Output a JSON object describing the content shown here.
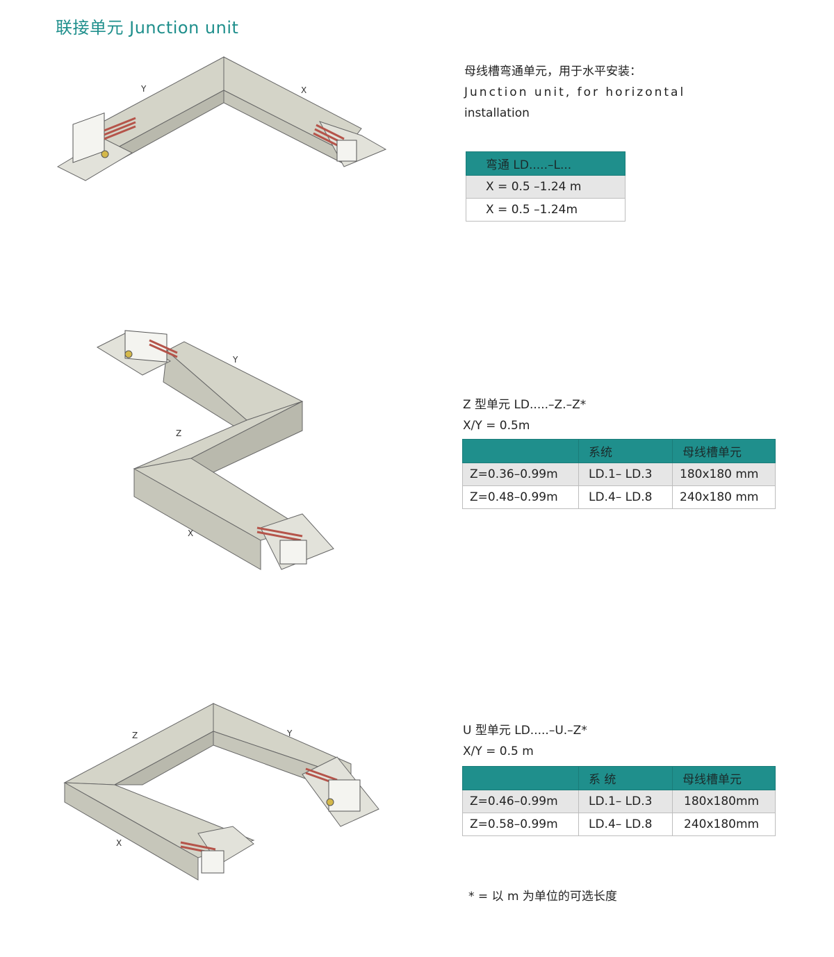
{
  "title": "联接单元  Junction unit",
  "section1": {
    "desc_cn": "母线槽弯通单元，用于水平安装：",
    "desc_en1": "Junction unit, for horizontal",
    "desc_en2": "installation",
    "table_header": "弯通 LD.....–L...",
    "rows": [
      "X = 0.5 –1.24 m",
      "X = 0.5 –1.24m"
    ],
    "labels": {
      "x": "X",
      "y": "Y"
    }
  },
  "section2": {
    "title": "Z 型单元 LD.....–Z.–Z*",
    "sub": "X/Y = 0.5m",
    "headers": [
      "",
      "系统",
      "母线槽单元"
    ],
    "rows": [
      [
        "Z=0.36–0.99m",
        "LD.1– LD.3",
        "180x180 mm"
      ],
      [
        "Z=0.48–0.99m",
        "LD.4– LD.8",
        "240x180 mm"
      ]
    ],
    "labels": {
      "x": "X",
      "y": "Y",
      "z": "Z"
    }
  },
  "section3": {
    "title": "U 型单元 LD.....–U.–Z*",
    "sub": "X/Y = 0.5 m",
    "headers": [
      "",
      "系 统",
      "母线槽单元"
    ],
    "rows": [
      [
        "Z=0.46–0.99m",
        "LD.1– LD.3",
        "180x180mm"
      ],
      [
        "Z=0.58–0.99m",
        "LD.4– LD.8",
        "240x180mm"
      ]
    ],
    "labels": {
      "x": "X",
      "y": "Y",
      "z": "Z"
    }
  },
  "footnote": "* = 以 m 为单位的可选长度",
  "colors": {
    "accent": "#1f8f8c",
    "duct_top": "#d4d4c8",
    "duct_side": "#b9b9ad",
    "copper": "#b5544a"
  }
}
